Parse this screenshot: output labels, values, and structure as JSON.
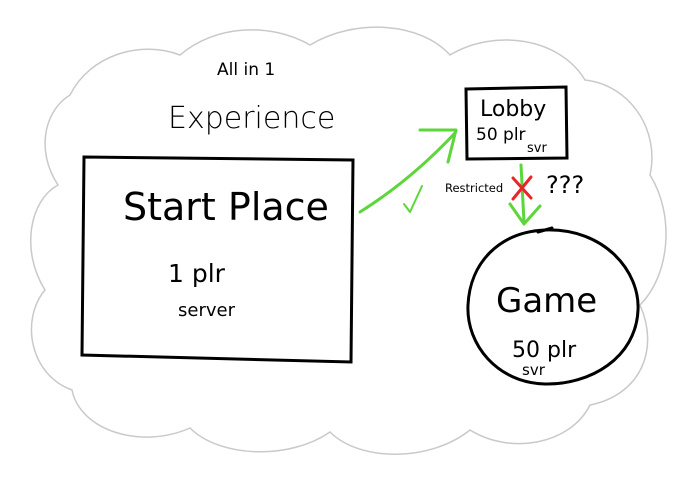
{
  "header": {
    "line1": "All in 1",
    "line2": "Experience"
  },
  "start_place": {
    "title": "Start Place",
    "players": "1 plr",
    "unit": "server"
  },
  "lobby": {
    "title": "Lobby",
    "players": "50 plr",
    "unit": "svr"
  },
  "game": {
    "title": "Game",
    "players": "50 plr",
    "unit": "svr"
  },
  "transition": {
    "restricted_label": "Restricted",
    "question": "???"
  },
  "colors": {
    "ink": "#000000",
    "arrow_green": "#5cd63a",
    "cross_red": "#e8262a",
    "cloud_outline": "#c9c9c9"
  }
}
